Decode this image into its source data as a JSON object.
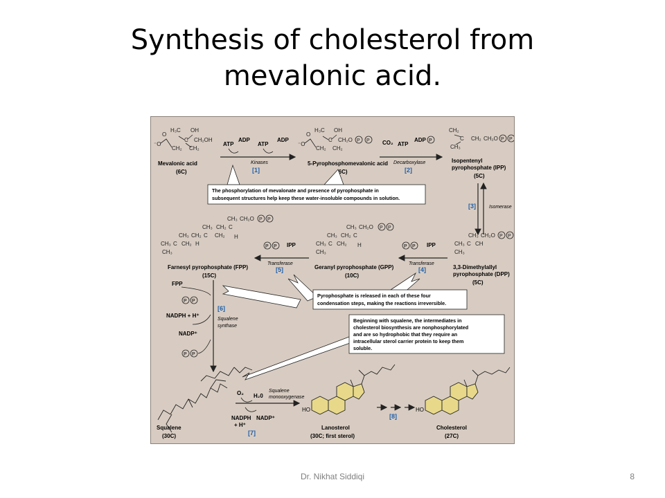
{
  "slide": {
    "title_line1": "Synthesis of cholesterol from",
    "title_line2": "mevalonic acid.",
    "author": "Dr. Nikhat Siddiqi",
    "page_number": "8"
  },
  "diagram": {
    "compounds": {
      "mevalonic_acid": "Mevalonic acid",
      "mevalonic_acid_carbons": "(6C)",
      "pyrophosphomevalonate": "5-Pyrophosphomevalonic acid",
      "pyrophosphomevalonate_carbons": "(6C)",
      "ipp_line1": "Isopentenyl",
      "ipp_line2": "pyrophosphate (IPP)",
      "ipp_carbons": "(5C)",
      "dpp_line1": "3,3-Dimethylallyl",
      "dpp_line2": "pyrophosphate (DPP)",
      "dpp_carbons": "(5C)",
      "gpp": "Geranyl pyrophosphate (GPP)",
      "gpp_carbons": "(10C)",
      "fpp": "Farnesyl pyrophosphate (FPP)",
      "fpp_carbons": "(15C)",
      "squalene": "Squalene",
      "squalene_carbons": "(30C)",
      "lanosterol": "Lanosterol",
      "lanosterol_carbons": "(30C; first sterol)",
      "cholesterol": "Cholesterol",
      "cholesterol_carbons": "(27C)"
    },
    "reagents": {
      "atp1": "ATP",
      "adp1": "ADP",
      "atp2": "ATP",
      "adp2": "ADP",
      "co2": "CO₂",
      "atp3": "ATP",
      "adp3": "ADP",
      "ipp_a": "IPP",
      "ipp_b": "IPP",
      "fpp": "FPP",
      "nadph": "NADPH + H⁺",
      "nadp": "NADP⁺",
      "o2": "O₂",
      "h2o": "H₂0",
      "nadph2_line1": "NADPH",
      "nadph2_line2": "+ H⁺",
      "nadp2": "NADP⁺",
      "p": "P"
    },
    "enzymes": {
      "kinases": "Kinases",
      "decarboxylase": "Decarboxylase",
      "isomerase": "Isomerase",
      "transferase_a": "Transferase",
      "transferase_b": "Transferase",
      "squalene_synthase_line1": "Squalene",
      "squalene_synthase_line2": "synthase",
      "monooxygenase_line1": "Squalene",
      "monooxygenase_line2": "monooxygenase"
    },
    "steps": {
      "s1": "[1]",
      "s2": "[2]",
      "s3": "[3]",
      "s4": "[4]",
      "s5": "[5]",
      "s6": "[6]",
      "s7": "[7]",
      "s8": "[8]"
    },
    "callouts": {
      "phosphorylation_line1": "The phosphorylation of mevalonate and presence of pyrophosphate in",
      "phosphorylation_line2": "subsequent structures help keep these water-insoluble compounds in solution.",
      "pyrophosphate_line1": "Pyrophosphate is released in each of these four",
      "pyrophosphate_line2": "condensation steps, making the reactions irreversible.",
      "squalene_line1": "Beginning with squalene, the intermediates in",
      "squalene_line2": "cholesterol biosynthesis are nonphosphorylated",
      "squalene_line3": "and are so hydrophobic that they require an",
      "squalene_line4": "intracellular sterol carrier protein to keep them",
      "squalene_line5": "soluble."
    },
    "structure_labels": {
      "h3c": "H₃C",
      "oh": "OH",
      "ch2oh": "CH₂OH",
      "ch2": "CH₂",
      "ch3": "CH₃",
      "ch": "CH",
      "ch2o": "CH₂O",
      "c": "C",
      "h": "H",
      "ho": "HO",
      "carboxylate": "O",
      "minus_o": "⁻O"
    }
  }
}
